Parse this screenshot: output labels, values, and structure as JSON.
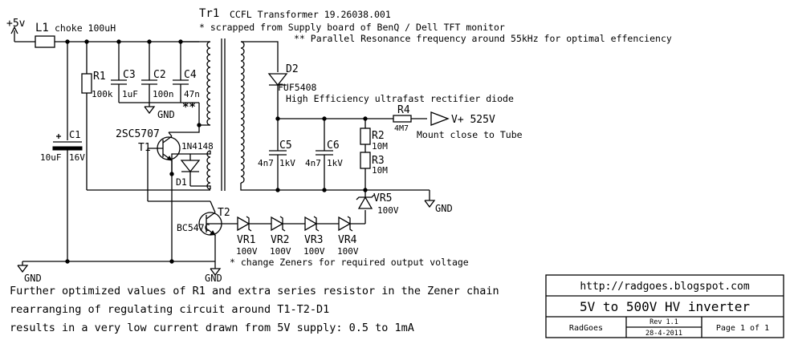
{
  "header": {
    "tr1": "Tr1",
    "tr1_desc": "CCFL Transformer 19.26038.001",
    "scrapped": "* scrapped from Supply board of BenQ / Dell TFT monitor",
    "resonance": "** Parallel Resonance frequency around 55kHz for optimal effenciency"
  },
  "supply": {
    "label": "+5v"
  },
  "components": {
    "l1": "L1",
    "l1_desc": "choke 100uH",
    "r1": "R1",
    "r1_val": "100k",
    "c3": "C3",
    "c3_val": "1uF",
    "c2": "C2",
    "c2_val": "100n",
    "c4": "C4",
    "c4_val": "47n",
    "star": "**",
    "c1": "C1",
    "c1_val_a": "10uF",
    "c1_val_b": "16V",
    "t1_part": "2SC5707",
    "t1": "T1",
    "d1_part": "1N4148",
    "d1": "D1",
    "t2": "T2",
    "t2_part": "BC547C",
    "d2": "D2",
    "d2_part": "FUF5408",
    "d2_desc": "High Efficiency ultrafast rectifier diode",
    "c5": "C5",
    "c5_val_a": "4n7",
    "c5_val_b": "1kV",
    "c6": "C6",
    "c6_val_a": "4n7",
    "c6_val_b": "1kV",
    "r4": "R4",
    "r4_val": "4M7",
    "output": "V+ 525V",
    "mount": "Mount close to Tube",
    "r2": "R2",
    "r2_val": "10M",
    "r3": "R3",
    "r3_val": "10M",
    "vr5": "VR5",
    "vr5_val": "100V",
    "vr1": "VR1",
    "vr1_val": "100V",
    "vr2": "VR2",
    "vr2_val": "100V",
    "vr3": "VR3",
    "vr3_val": "100V",
    "vr4": "VR4",
    "vr4_val": "100V",
    "zener_note": "* change Zeners for required output voltage",
    "gnd": "GND"
  },
  "notes": [
    "Further optimized values of R1 and extra series resistor in the Zener chain",
    "rearranging of regulating circuit around T1-T2-D1",
    "results in a very low current drawn from 5V supply: 0.5 to 1mA"
  ],
  "title_block": {
    "url": "http://radgoes.blogspot.com",
    "title": "5V to 500V HV inverter",
    "author": "RadGoes",
    "rev": "Rev 1.1",
    "date": "28-4-2011",
    "page": "Page 1 of 1"
  }
}
